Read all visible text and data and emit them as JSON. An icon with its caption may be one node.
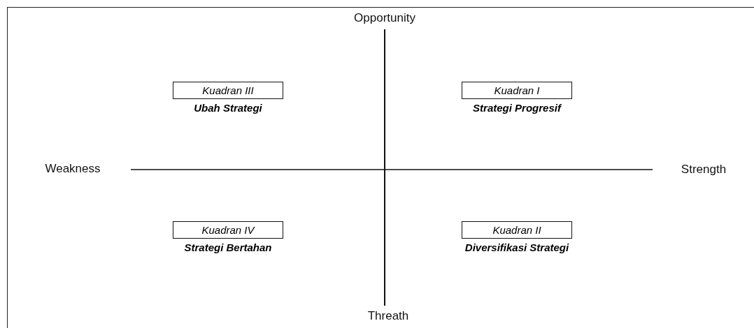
{
  "diagram": {
    "nodes": [
      {
        "text": [
          "Kuadran III",
          "Ubah Strategi"
        ]
      },
      {
        "text": [
          "Kuadran I",
          "Strategi Progresif"
        ]
      },
      {
        "text": [
          "Kuadran IV",
          "Strategi Bertahan"
        ]
      },
      {
        "text": [
          "Kuadran II",
          "Diversifikasi Strategi"
        ]
      }
    ],
    "labels": [
      "Opportunity",
      "Weakness",
      "Strength",
      "Threath"
    ]
  }
}
